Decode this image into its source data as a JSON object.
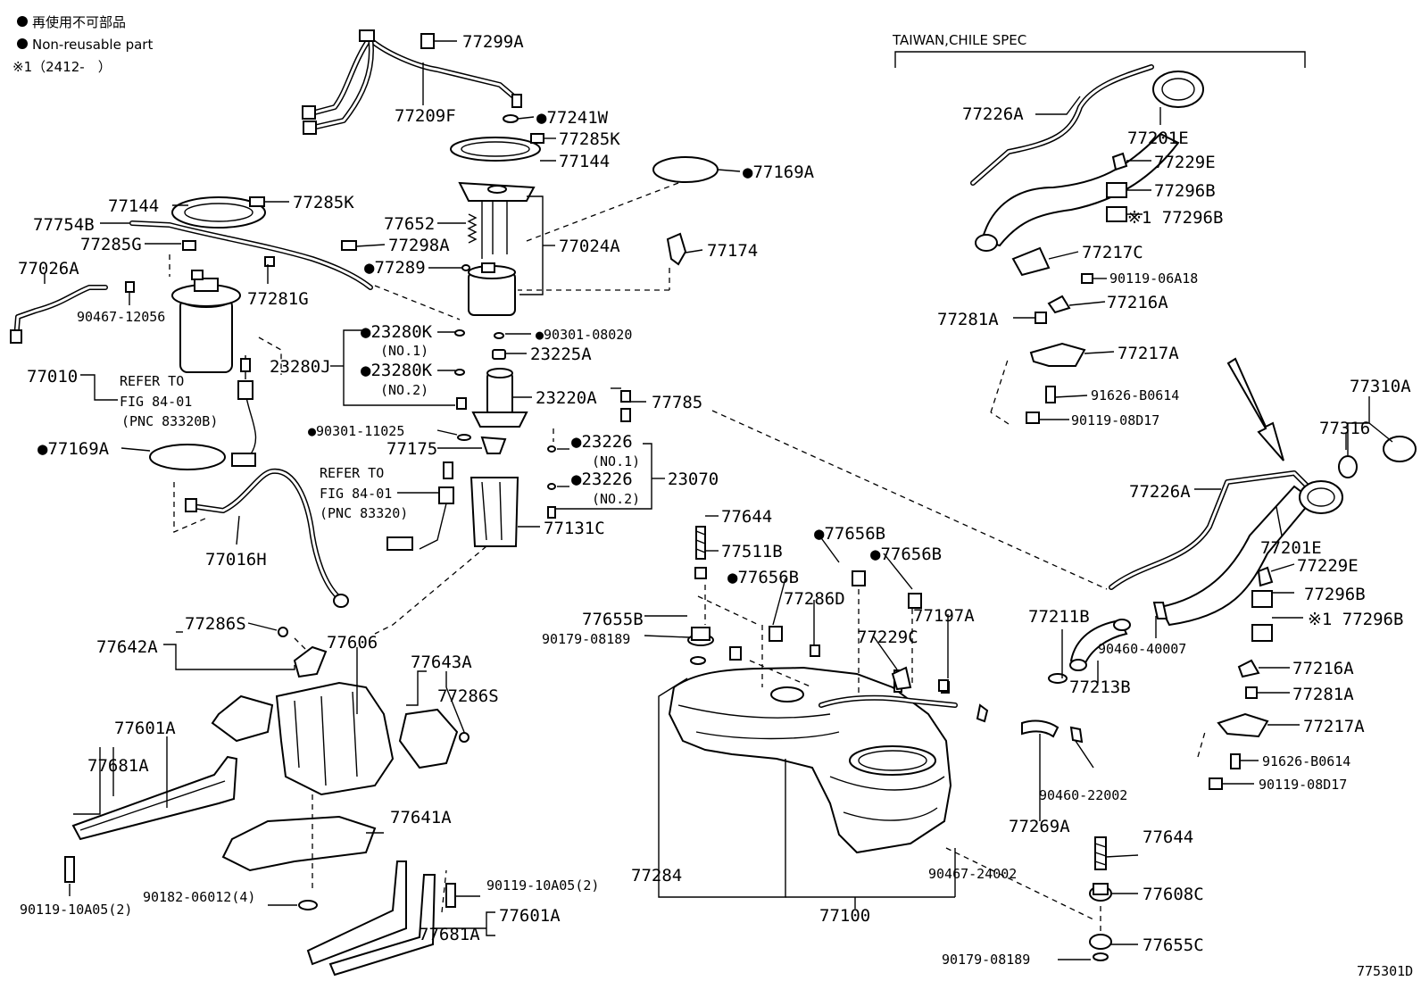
{
  "legend": {
    "dot_jp": "再使用不可部品",
    "dot_en": "Non-reusable part",
    "note1": "※1（2412-　）"
  },
  "spec_title": "TAIWAN,CHILE SPEC",
  "figure_id": "775301D",
  "parts": {
    "p77299A": "77299A",
    "p77209F": "77209F",
    "p77241W": "●77241W",
    "p77285K_top": "77285K",
    "p77144_top": "77144",
    "p77169A_top": "●77169A",
    "p77144_left": "77144",
    "p77285K_left": "77285K",
    "p77754B": "77754B",
    "p77652": "77652",
    "p77285G": "77285G",
    "p77298A": "77298A",
    "p77024A": "77024A",
    "p77174": "77174",
    "p77026A": "77026A",
    "p77289": "●77289",
    "p77281G": "77281G",
    "p90467_12056": "90467-12056",
    "p23280K_1": "●23280K",
    "no1_a": "(NO.1)",
    "p90301_08020": "●90301-08020",
    "p23225A": "23225A",
    "p23280J": "23280J",
    "p23280K_2": "●23280K",
    "no2_a": "(NO.2)",
    "p77010": "77010",
    "refer1_a": "REFER TO",
    "refer1_b": "FIG 84-01",
    "refer1_c": "(PNC 83320B)",
    "p23220A": "23220A",
    "p77785": "77785",
    "p90301_11025": "●90301-11025",
    "p77175": "77175",
    "p23226_1": "●23226",
    "no1_b": "(NO.1)",
    "p77169A_left": "●77169A",
    "p23226_2": "●23226",
    "p23070": "23070",
    "no2_b": "(NO.2)",
    "refer2_a": "REFER TO",
    "refer2_b": "FIG 84-01",
    "refer2_c": "(PNC 83320)",
    "p77131C": "77131C",
    "p77644_top": "77644",
    "p77016H": "77016H",
    "p77511B": "77511B",
    "p77656B_1": "●77656B",
    "p77656B_2": "●77656B",
    "p77656B_3": "●77656B",
    "p77286D": "77286D",
    "p77655B": "77655B",
    "p90179_08189_top": "90179-08189",
    "p77197A": "77197A",
    "p77229C": "77229C",
    "p77286S_top": "77286S",
    "p77642A": "77642A",
    "p77606": "77606",
    "p77643A": "77643A",
    "p77286S_right": "77286S",
    "p77601A_top": "77601A",
    "p77681A_top": "77681A",
    "p77641A": "77641A",
    "p90119_10A05_a": "90119-10A05(2)",
    "p90182_06012": "90182-06012(4)",
    "p90119_10A05_b": "90119-10A05(2)",
    "p77601A_bot": "77601A",
    "p77681A_bot": "77681A",
    "p77284": "77284",
    "p77100": "77100",
    "p77226A_top": "77226A",
    "p77201E_top": "77201E",
    "p77229E_top": "77229E",
    "p77296B_1": "77296B",
    "p77296B_2": "※1 77296B",
    "p77217C": "77217C",
    "p90119_06A18": "90119-06A18",
    "p77216A_top": "77216A",
    "p77281A_top": "77281A",
    "p77217A_top": "77217A",
    "p91626_B0614_top": "91626-B0614",
    "p90119_08D17_top": "90119-08D17",
    "p77310A": "77310A",
    "p77316": "77316",
    "p77226A_bot": "77226A",
    "p77201E_bot": "77201E",
    "p77229E_bot": "77229E",
    "p77296B_3": "77296B",
    "p77296B_4": "※1 77296B",
    "p77211B": "77211B",
    "p90460_40007": "90460-40007",
    "p77213B": "77213B",
    "p77216A_bot": "77216A",
    "p77281A_bot": "77281A",
    "p77217A_bot": "77217A",
    "p91626_B0614_bot": "91626-B0614",
    "p90119_08D17_bot": "90119-08D17",
    "p90460_22002": "90460-22002",
    "p77269A": "77269A",
    "p77644_bot": "77644",
    "p90467_24002": "90467-24002",
    "p77608C": "77608C",
    "p77655C": "77655C",
    "p90179_08189_bot": "90179-08189"
  }
}
